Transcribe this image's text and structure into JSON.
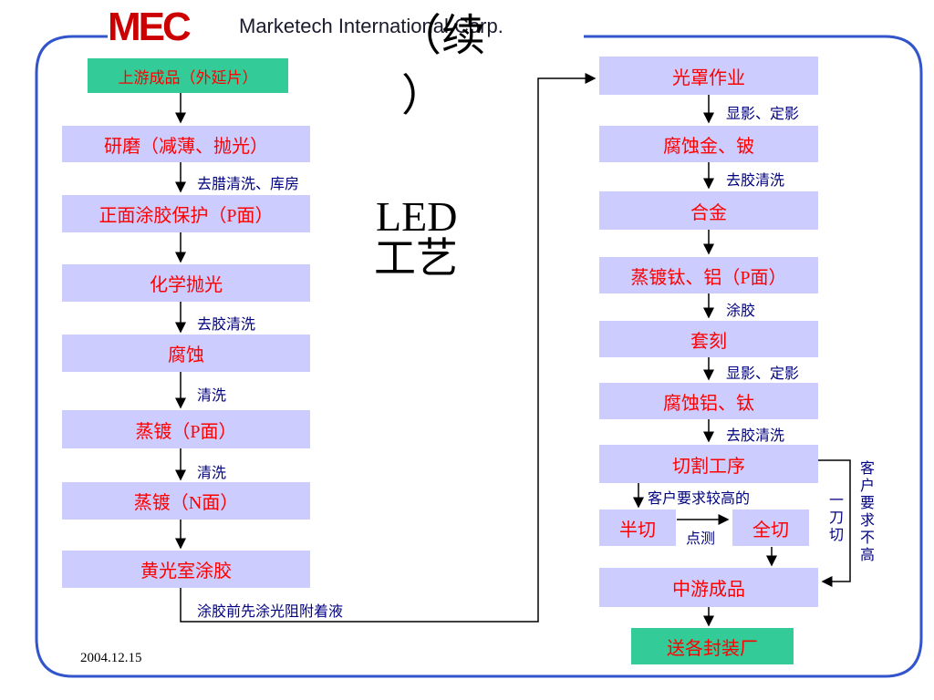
{
  "header": {
    "logo": "MEC",
    "company": "Marketech International Corp."
  },
  "title": {
    "continued_open": "（续",
    "continued_close": "）",
    "line1": "LED",
    "line2": "工艺"
  },
  "left_flow": {
    "start": "上游成品（外延片）",
    "steps": [
      "研磨（减薄、抛光）",
      "正面涂胶保护（P面）",
      "化学抛光",
      "腐蚀",
      "蒸镀（P面）",
      "蒸镀（N面）",
      "黄光室涂胶"
    ],
    "notes": [
      "去腊清洗、库房",
      "去胶清洗",
      "清洗",
      "清洗",
      "涂胶前先涂光阻附着液"
    ]
  },
  "right_flow": {
    "steps": [
      "光罩作业",
      "腐蚀金、铍",
      "合金",
      "蒸镀钛、铝（P面）",
      "套刻",
      "腐蚀铝、钛",
      "切割工序"
    ],
    "notes": [
      "显影、定影",
      "去胶清洗",
      "涂胶",
      "显影、定影",
      "去胶清洗"
    ],
    "branch_note": "客户要求较高的",
    "half_cut": "半切",
    "spot_test": "点测",
    "full_cut": "全切",
    "single_cut": "一刀切",
    "low_requirement": "客户要求不高",
    "midstream": "中游成品",
    "end": "送各封装厂"
  },
  "footer": {
    "date": "2004.12.15"
  }
}
